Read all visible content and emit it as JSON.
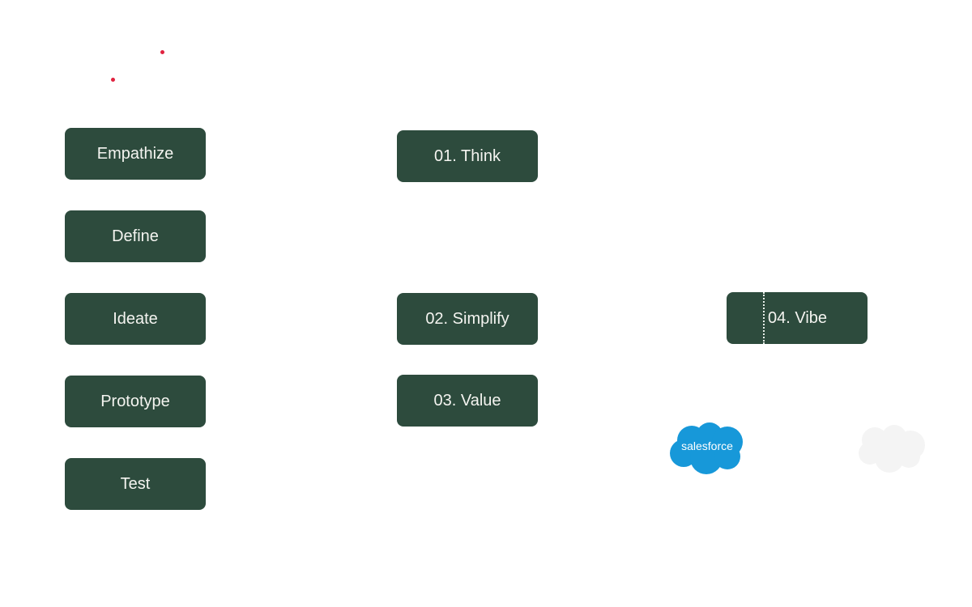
{
  "diagram": {
    "design_thinking_steps": [
      {
        "label": "Empathize"
      },
      {
        "label": "Define"
      },
      {
        "label": "Ideate"
      },
      {
        "label": "Prototype"
      },
      {
        "label": "Test"
      }
    ],
    "principles": [
      {
        "label": "01. Think"
      },
      {
        "label": "02. Simplify"
      },
      {
        "label": "03. Value"
      },
      {
        "label": "04. Vibe"
      }
    ],
    "logos": {
      "salesforce": {
        "text": "salesforce",
        "color": "#1798d9"
      }
    },
    "colors": {
      "node_bg": "#2d4b3d",
      "node_text": "#f4f4f0",
      "accent_dot": "#e0223f"
    }
  }
}
